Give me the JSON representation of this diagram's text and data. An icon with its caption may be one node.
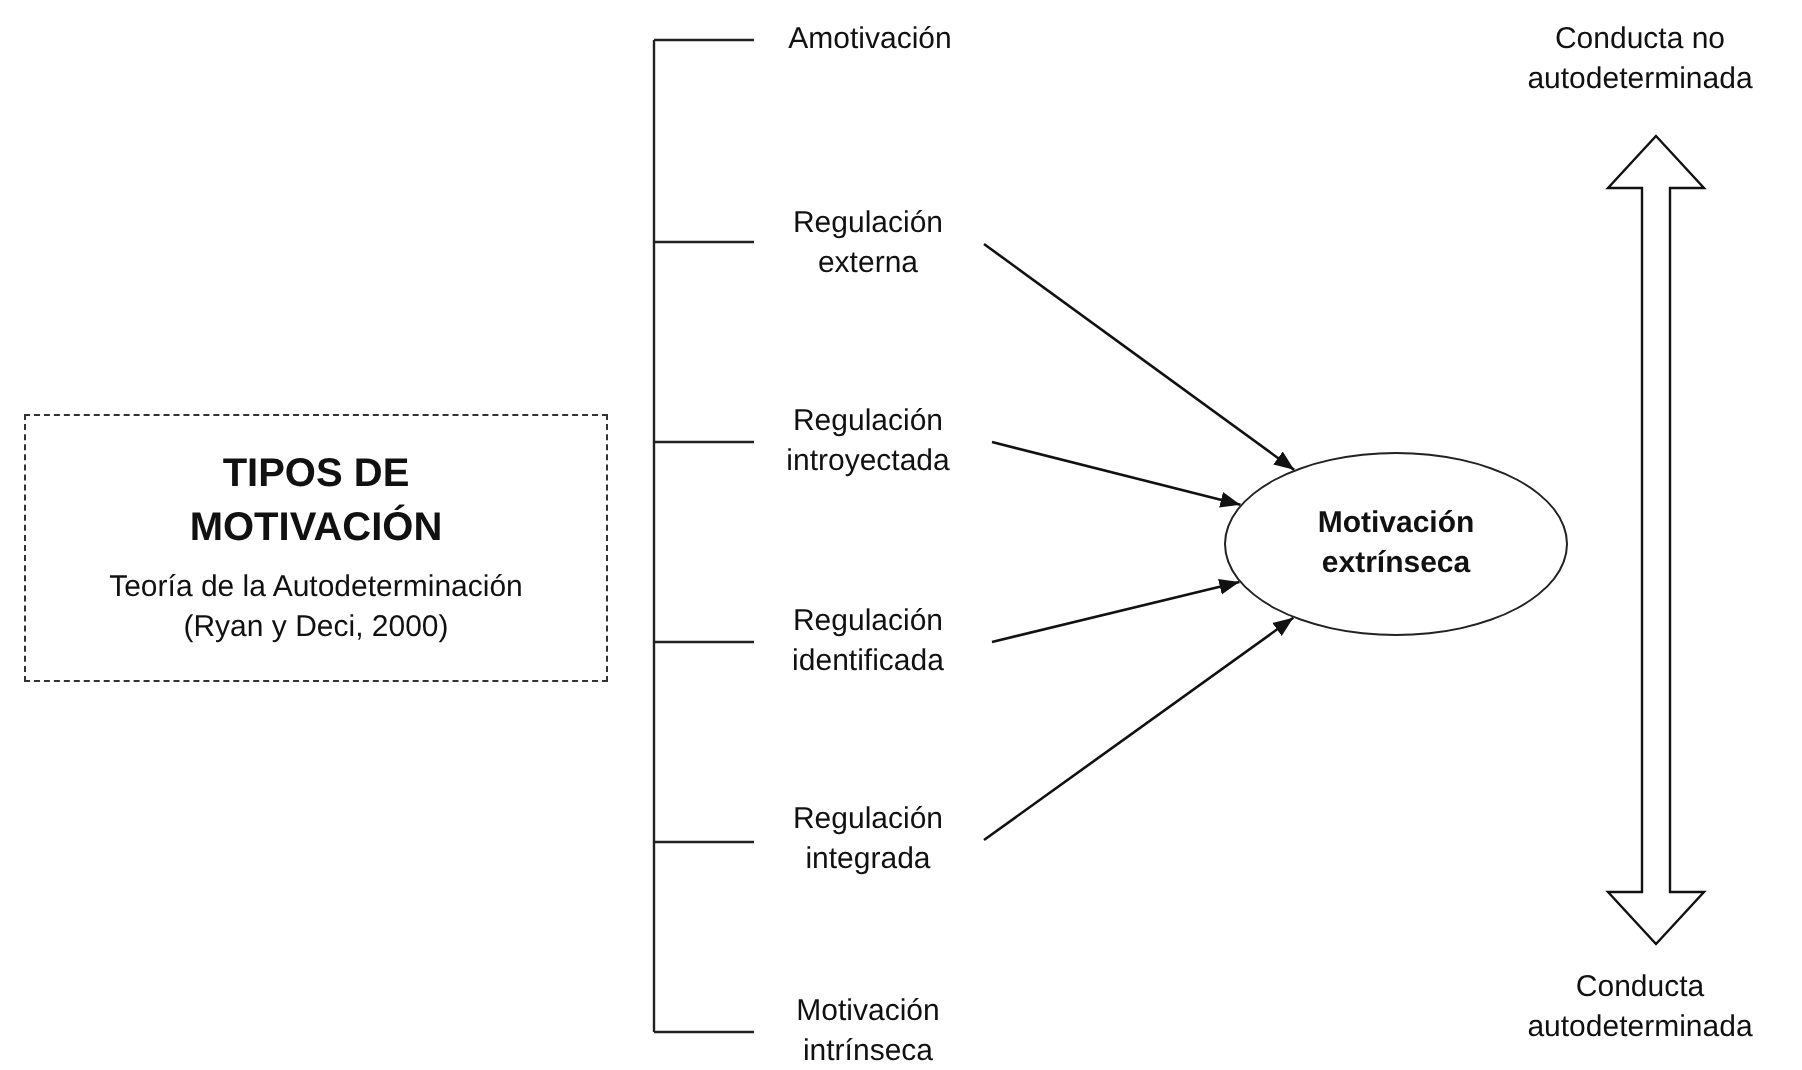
{
  "diagram": {
    "nodes": [
      {
        "text": [
          "TIPOS DE MOTIVACIÓN",
          "Teoría de la Autodeterminación (Ryan y Deci, 2000)"
        ]
      },
      {
        "text": [
          "Amotivación"
        ]
      },
      {
        "text": [
          "Regulación externa"
        ]
      },
      {
        "text": [
          "Regulación introyectada"
        ]
      },
      {
        "text": [
          "Regulación identificada"
        ]
      },
      {
        "text": [
          "Regulación integrada"
        ]
      },
      {
        "text": [
          "Motivación intrínseca"
        ]
      },
      {
        "text": [
          "Motivación extrínseca"
        ]
      },
      {
        "text": [
          "Conducta no autodeterminada"
        ]
      },
      {
        "text": [
          "Conducta autodeterminada"
        ]
      }
    ],
    "edges": [
      {
        "from": 2,
        "to": 7,
        "arrow": "to"
      },
      {
        "from": 3,
        "to": 7,
        "arrow": "to"
      },
      {
        "from": 4,
        "to": 7,
        "arrow": "to"
      },
      {
        "from": 5,
        "to": 7,
        "arrow": "to"
      },
      {
        "from": 8,
        "to": 9,
        "arrow": "both",
        "style": "thick"
      }
    ]
  }
}
